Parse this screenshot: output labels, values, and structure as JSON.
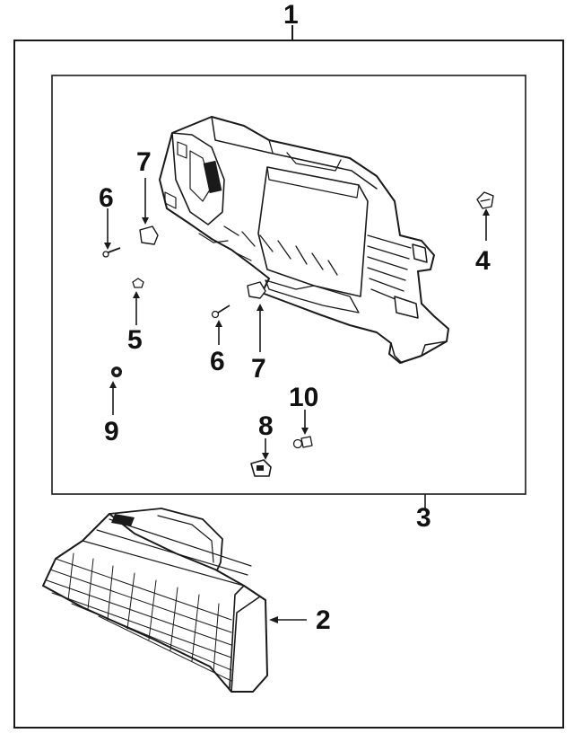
{
  "diagram": {
    "callouts": [
      {
        "id": "c1",
        "label": "1"
      },
      {
        "id": "c2",
        "label": "2"
      },
      {
        "id": "c3",
        "label": "3"
      },
      {
        "id": "c4",
        "label": "4"
      },
      {
        "id": "c5",
        "label": "5"
      },
      {
        "id": "c6a",
        "label": "6"
      },
      {
        "id": "c6b",
        "label": "6"
      },
      {
        "id": "c7a",
        "label": "7"
      },
      {
        "id": "c7b",
        "label": "7"
      },
      {
        "id": "c8",
        "label": "8"
      },
      {
        "id": "c9",
        "label": "9"
      },
      {
        "id": "c10",
        "label": "10"
      }
    ],
    "colors": {
      "ink": "#1a1a1a",
      "background": "#ffffff"
    }
  }
}
